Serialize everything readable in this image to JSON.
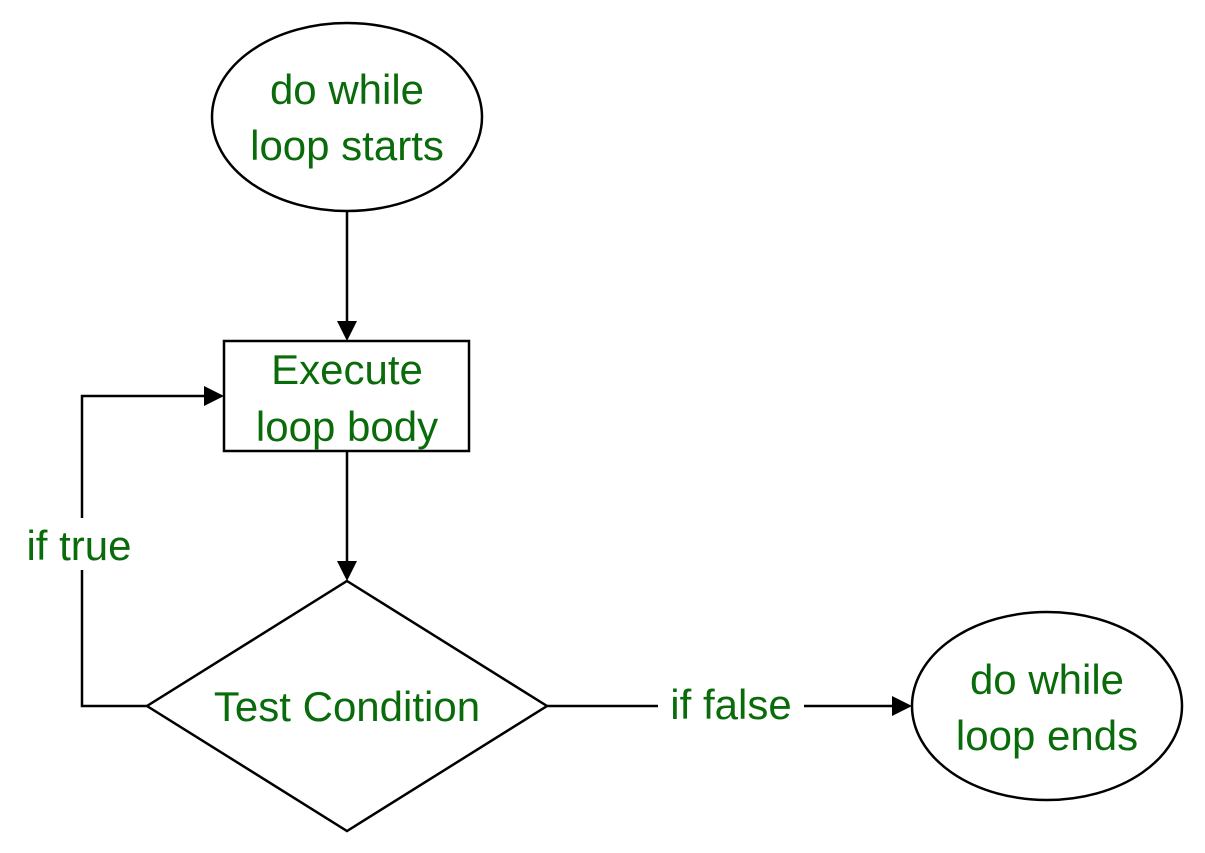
{
  "diagram": {
    "colors": {
      "text": "#0a6b0a",
      "stroke": "#000000",
      "background": "#ffffff"
    },
    "nodes": {
      "start": {
        "shape": "ellipse",
        "line1": "do while",
        "line2": "loop starts"
      },
      "body": {
        "shape": "rectangle",
        "line1": "Execute",
        "line2": "loop body"
      },
      "condition": {
        "shape": "diamond",
        "label": "Test Condition"
      },
      "end": {
        "shape": "ellipse",
        "line1": "do while",
        "line2": "loop ends"
      }
    },
    "edges": {
      "start_to_body": {
        "label": ""
      },
      "body_to_condition": {
        "label": ""
      },
      "condition_true_to_body": {
        "label": "if true"
      },
      "condition_false_to_end": {
        "label": "if false"
      }
    }
  }
}
